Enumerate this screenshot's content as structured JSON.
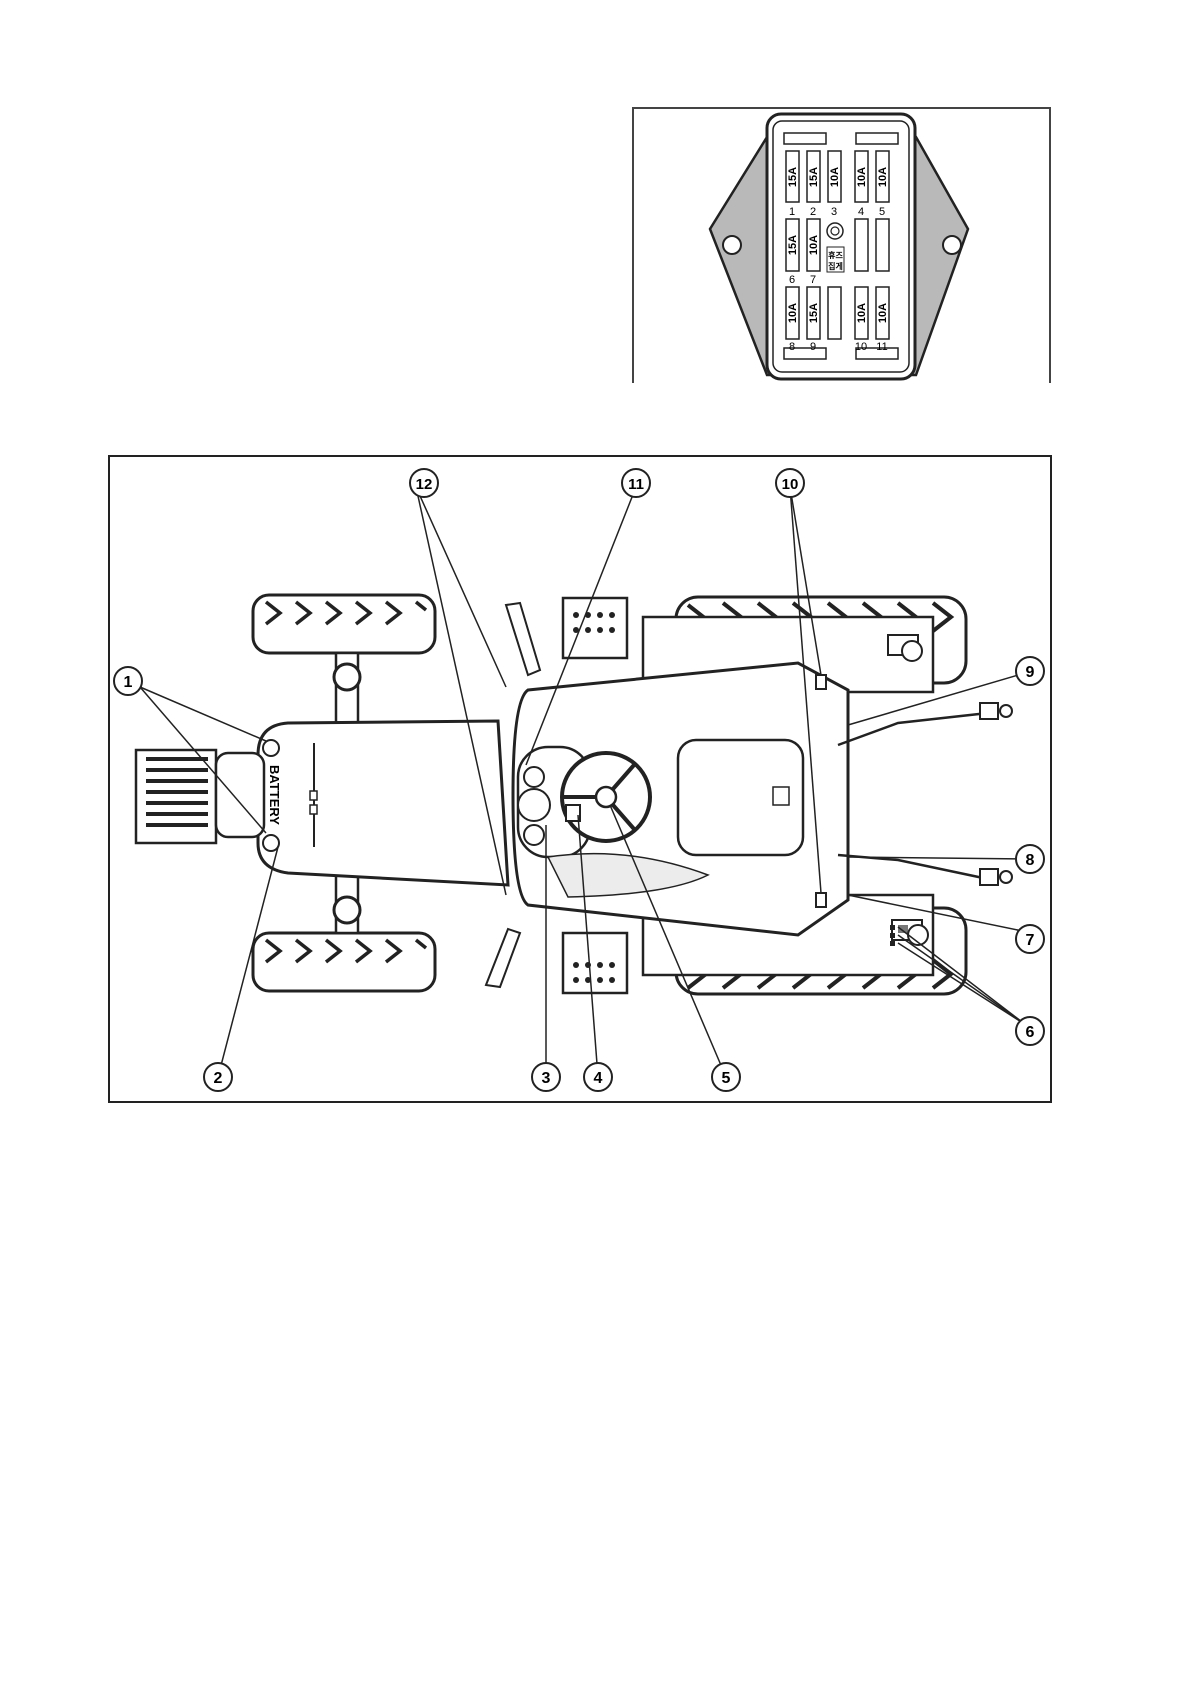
{
  "fuse_box": {
    "fuses": [
      {
        "number": "1",
        "rating": "15A"
      },
      {
        "number": "2",
        "rating": "15A"
      },
      {
        "number": "3",
        "rating": "10A"
      },
      {
        "number": "4",
        "rating": "10A"
      },
      {
        "number": "5",
        "rating": "10A"
      },
      {
        "number": "6",
        "rating": "15A"
      },
      {
        "number": "7",
        "rating": "10A"
      },
      {
        "number": "8",
        "rating": "10A"
      },
      {
        "number": "9",
        "rating": "15A"
      },
      {
        "number": "10",
        "rating": "10A"
      },
      {
        "number": "11",
        "rating": "10A"
      }
    ],
    "center_label_top": "휴즈",
    "center_label_bottom": "집게"
  },
  "tractor_diagram": {
    "battery_label": "BATTERY",
    "callouts": [
      "1",
      "2",
      "3",
      "4",
      "5",
      "6",
      "7",
      "8",
      "9",
      "10",
      "11",
      "12"
    ]
  }
}
